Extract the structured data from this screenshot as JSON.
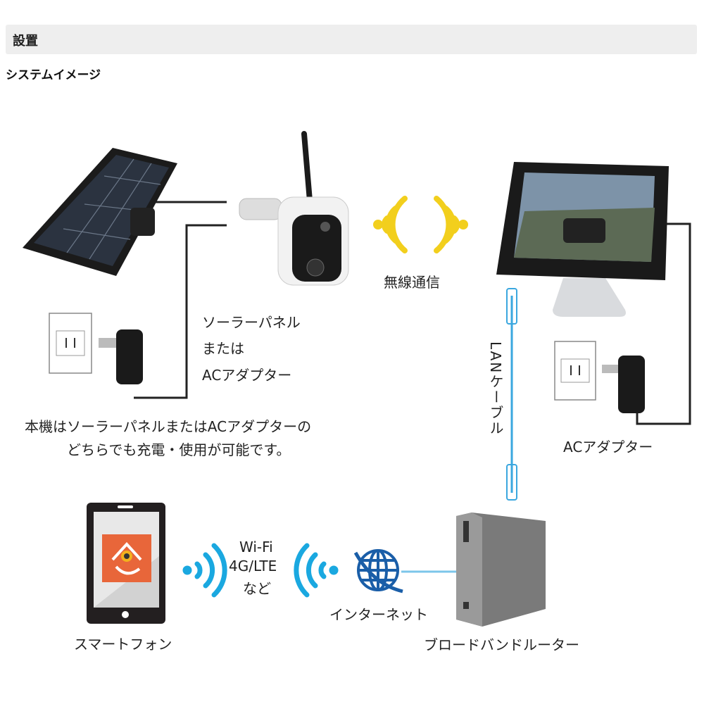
{
  "header": {
    "title": "設置"
  },
  "section": {
    "title": "システムイメージ"
  },
  "diagram": {
    "wireless_label": "無線通信",
    "power_options": [
      "ソーラーパネル",
      "または",
      "ACアダプター"
    ],
    "note_lines": [
      "本機はソーラーパネルまたはACアダプターの",
      "どちらでも充電・使用が可能です。"
    ],
    "lan_label": "LANケーブル",
    "ac_adapter_label": "ACアダプター",
    "smartphone_label": "スマートフォン",
    "network_lines": [
      "Wi-Fi",
      "4G/LTE",
      "など"
    ],
    "internet_label": "インターネット",
    "router_label": "ブロードバンドルーター"
  },
  "colors": {
    "wireless_yellow": "#f2cf1d",
    "network_blue": "#1aa8e0",
    "lan_blue": "#3aa7df",
    "app_orange": "#e8663a",
    "globe_blue": "#1a5ea8"
  }
}
